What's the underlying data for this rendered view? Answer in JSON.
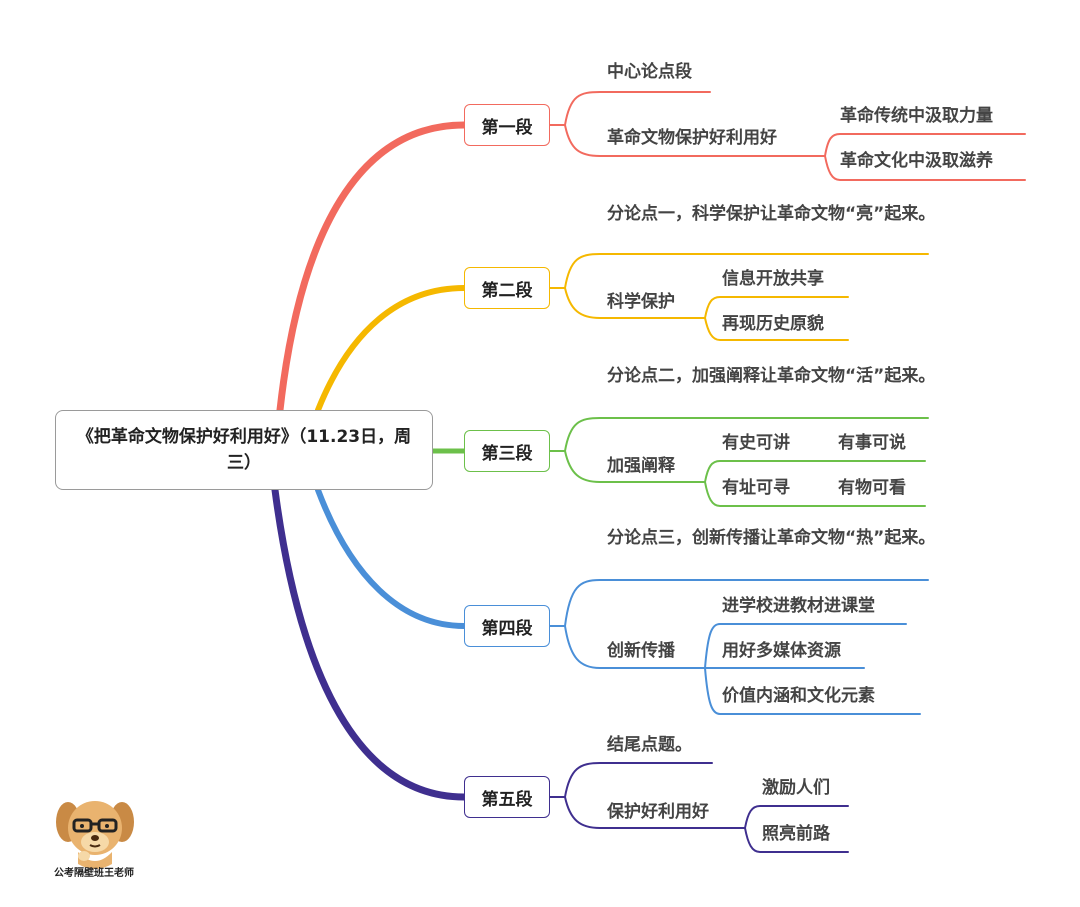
{
  "root": {
    "title": "《把革命文物保护好利用好》（11.23日，周三）"
  },
  "colors": {
    "s1": "#F26A5E",
    "s2": "#F5B800",
    "s3": "#6CC04A",
    "s4": "#4A8FD8",
    "s5": "#3F2F8F",
    "root_border": "#9a9a9a"
  },
  "sections": [
    {
      "label": "第一段",
      "point": "中心论点段",
      "branch": "革命文物保护好利用好",
      "leaves": [
        "革命传统中汲取力量",
        "革命文化中汲取滋养"
      ]
    },
    {
      "label": "第二段",
      "point": "分论点一，科学保护让革命文物“亮”起来。",
      "branch": "科学保护",
      "leaves": [
        "信息开放共享",
        "再现历史原貌"
      ]
    },
    {
      "label": "第三段",
      "point": "分论点二，加强阐释让革命文物“活”起来。",
      "branch": "加强阐释",
      "leaves": [
        "有史可讲",
        "有事可说",
        "有址可寻",
        "有物可看"
      ]
    },
    {
      "label": "第四段",
      "point": "分论点三，创新传播让革命文物“热”起来。",
      "branch": "创新传播",
      "leaves": [
        "进学校进教材进课堂",
        "用好多媒体资源",
        "价值内涵和文化元素"
      ]
    },
    {
      "label": "第五段",
      "point": "结尾点题。",
      "branch": "保护好利用好",
      "leaves": [
        "激励人们",
        "照亮前路"
      ]
    }
  ],
  "watermark": {
    "text": "公考隔壁班王老师",
    "icon": "cartoon-dog-with-glasses-icon"
  }
}
